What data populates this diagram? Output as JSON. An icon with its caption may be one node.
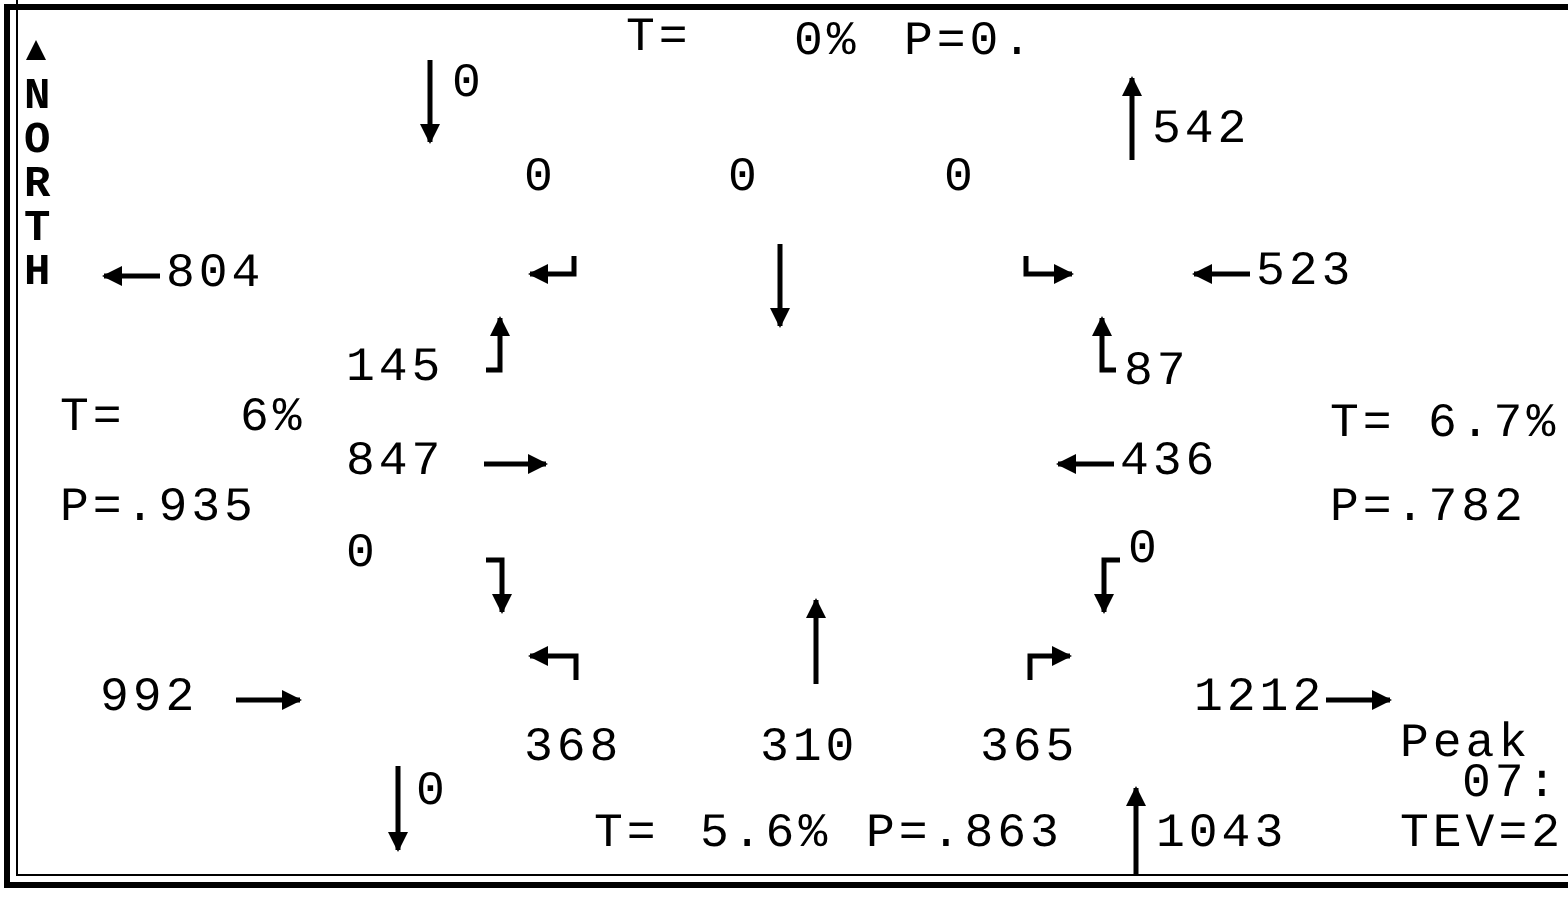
{
  "diagram": {
    "labels": [
      "NORTH",
      "T=",
      "0%",
      "P=0.",
      "0",
      "542",
      "0",
      "0",
      "0",
      "804",
      "523",
      "145",
      "87",
      "T=",
      "6%",
      "T=",
      "6.7%",
      "847",
      "436",
      "P=.935",
      "P=.782",
      "0",
      "0",
      "992",
      "1212",
      "368",
      "310",
      "365",
      "Peak",
      "0",
      "07:",
      "T=",
      "5.6%",
      "P=.863",
      "1043",
      "TEV=2"
    ]
  }
}
